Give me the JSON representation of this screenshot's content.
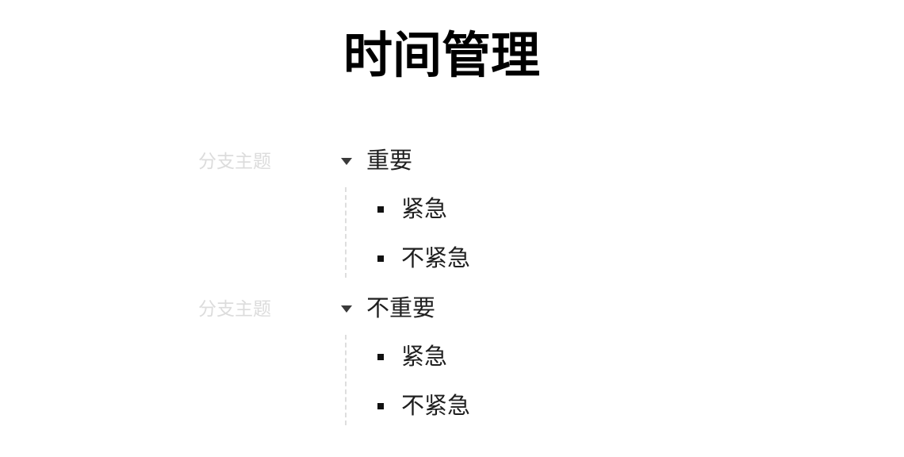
{
  "title": "时间管理",
  "sections": [
    {
      "branch_label": "分支主题",
      "heading": "重要",
      "expanded": true,
      "items": [
        {
          "label": "紧急"
        },
        {
          "label": "不紧急"
        }
      ]
    },
    {
      "branch_label": "分支主题",
      "heading": "不重要",
      "expanded": true,
      "items": [
        {
          "label": "紧急"
        },
        {
          "label": "不紧急"
        }
      ]
    }
  ],
  "colors": {
    "title": "#000000",
    "text": "#1f1f1f",
    "branch_label": "#dcdcdc",
    "guide_line": "#dedede",
    "toggle": "#3a3a3a"
  }
}
